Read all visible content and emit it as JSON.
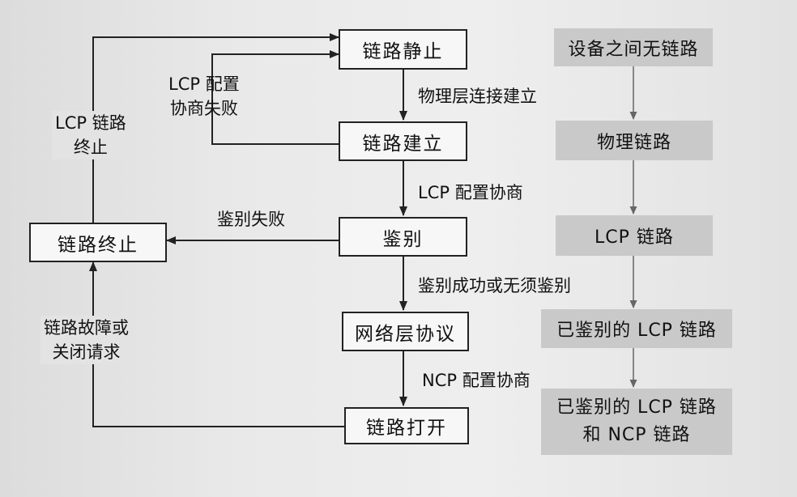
{
  "state_boxes": {
    "link_dead": "链路静止",
    "link_establish": "链路建立",
    "authenticate": "鉴别",
    "network_layer": "网络层协议",
    "link_open": "链路打开",
    "link_terminate": "链路终止"
  },
  "transitions": {
    "physical_up": "物理层连接建立",
    "lcp_negotiate": "LCP 配置协商",
    "auth_ok_line": "鉴别成功或无须鉴别",
    "ncp_negotiate": "NCP 配置协商",
    "auth_fail": "鉴别失败",
    "lcp_fail_1": "LCP 配置",
    "lcp_fail_2": "协商失败",
    "lcp_term_1": "LCP 链路",
    "lcp_term_2": "终止",
    "fault_1": "链路故障或",
    "fault_2": "关闭请求"
  },
  "link_states": {
    "none": "设备之间无链路",
    "physical": "物理链路",
    "lcp": "LCP 链路",
    "auth_lcp": "已鉴别的 LCP 链路",
    "auth_lcp_ncp_1": "已鉴别的 LCP 链路",
    "auth_lcp_ncp_2": "和 NCP 链路"
  }
}
